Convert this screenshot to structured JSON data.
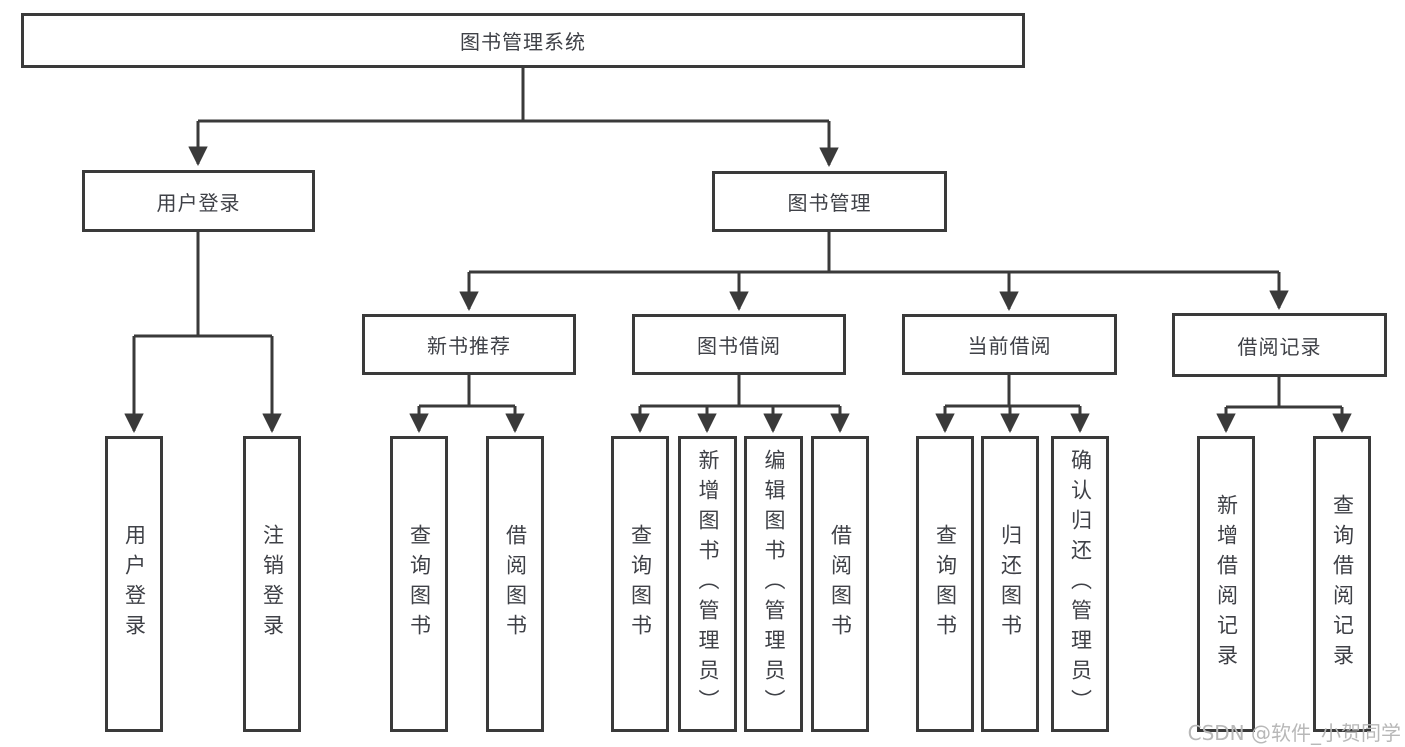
{
  "colors": {
    "line": "#3a3a3a",
    "text": "#3f4147",
    "watermark": "#b8b8b8"
  },
  "root": {
    "label": "图书管理系统"
  },
  "level2": [
    {
      "label": "用户登录"
    },
    {
      "label": "图书管理"
    }
  ],
  "level3": [
    {
      "label": "新书推荐"
    },
    {
      "label": "图书借阅"
    },
    {
      "label": "当前借阅"
    },
    {
      "label": "借阅记录"
    }
  ],
  "leaves": {
    "userLogin": [
      {
        "label": "用户登录"
      },
      {
        "label": "注销登录"
      }
    ],
    "newBookRecommend": [
      {
        "label": "查询图书"
      },
      {
        "label": "借阅图书"
      }
    ],
    "bookBorrow": [
      {
        "label": "查询图书"
      },
      {
        "label": "新增图书（管理员）"
      },
      {
        "label": "编辑图书（管理员）"
      },
      {
        "label": "借阅图书"
      }
    ],
    "currentBorrow": [
      {
        "label": "查询图书"
      },
      {
        "label": "归还图书"
      },
      {
        "label": "确认归还（管理员）"
      }
    ],
    "borrowRecords": [
      {
        "label": "新增借阅记录"
      },
      {
        "label": "查询借阅记录"
      }
    ]
  },
  "watermark": "CSDN @软件_小贺同学"
}
